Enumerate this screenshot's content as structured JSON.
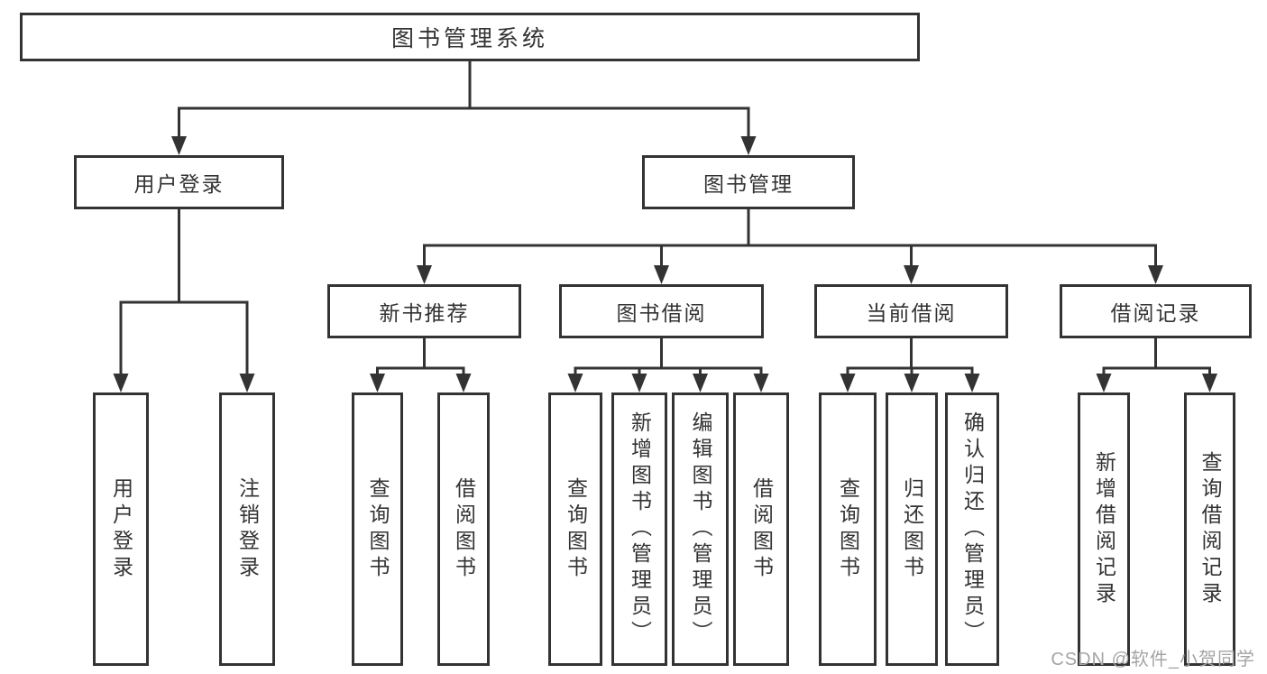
{
  "colors": {
    "line": "#333333",
    "box_border": "#333333",
    "text": "#333333",
    "background": "#ffffff",
    "watermark": "#a4a4a4"
  },
  "tree": {
    "root": {
      "label": "图书管理系统"
    },
    "branches": [
      {
        "label": "用户登录",
        "children": [
          {
            "label": "用户登录"
          },
          {
            "label": "注销登录"
          }
        ]
      },
      {
        "label": "图书管理",
        "groups": [
          {
            "label": "新书推荐",
            "children": [
              {
                "label": "查询图书"
              },
              {
                "label": "借阅图书"
              }
            ]
          },
          {
            "label": "图书借阅",
            "children": [
              {
                "label": "查询图书"
              },
              {
                "label": "新增图书（管理员）"
              },
              {
                "label": "编辑图书（管理员）"
              },
              {
                "label": "借阅图书"
              }
            ]
          },
          {
            "label": "当前借阅",
            "children": [
              {
                "label": "查询图书"
              },
              {
                "label": "归还图书"
              },
              {
                "label": "确认归还（管理员）"
              }
            ]
          },
          {
            "label": "借阅记录",
            "children": [
              {
                "label": "新增借阅记录"
              },
              {
                "label": "查询借阅记录"
              }
            ]
          }
        ]
      }
    ]
  },
  "watermark": "CSDN @软件_小贺同学"
}
